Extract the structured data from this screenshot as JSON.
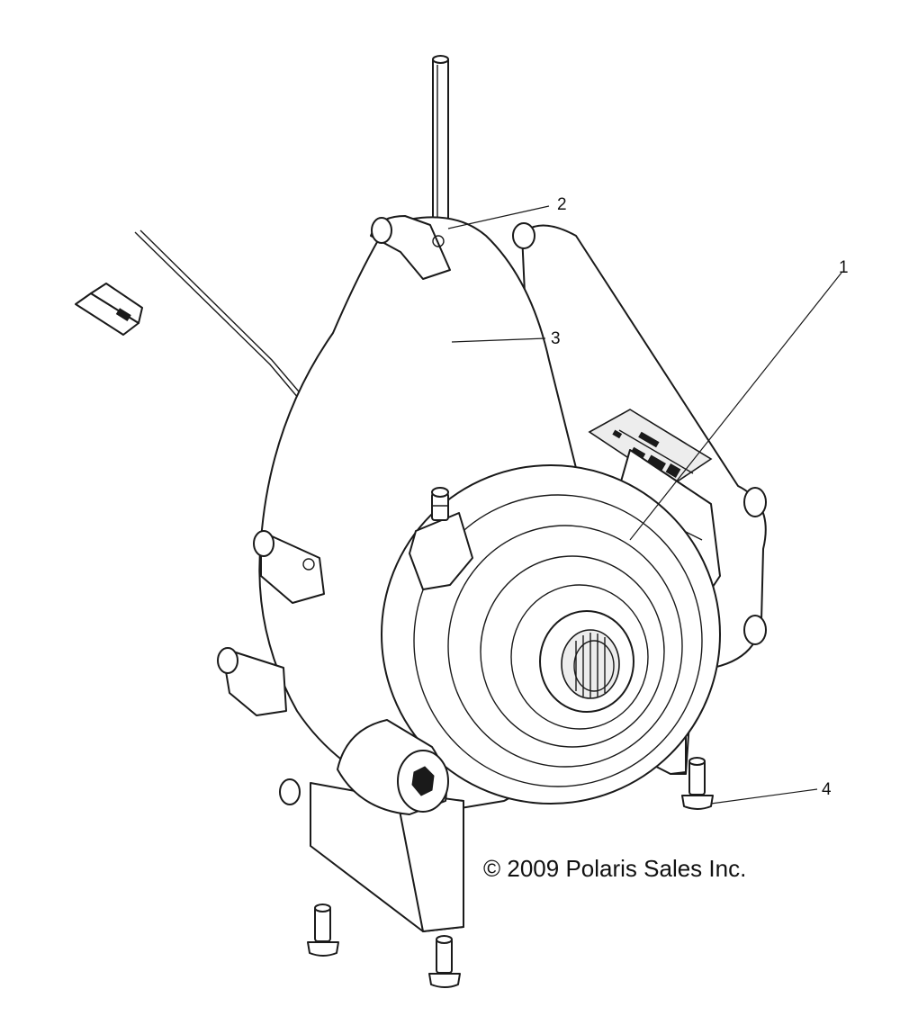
{
  "diagram": {
    "callouts": [
      {
        "id": "1",
        "label": "1"
      },
      {
        "id": "2",
        "label": "2"
      },
      {
        "id": "3",
        "label": "3"
      },
      {
        "id": "4",
        "label": "4"
      }
    ],
    "copyright": "© 2009 Polaris Sales Inc.",
    "colors": {
      "line": "#1a1a1a",
      "background": "#ffffff",
      "shade": "#ededed"
    }
  }
}
